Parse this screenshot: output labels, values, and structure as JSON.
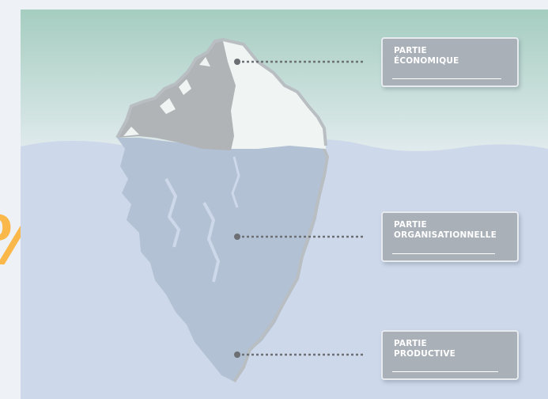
{
  "diagram": {
    "percent_text": "%",
    "labels": [
      {
        "text": "PARTIE\nÉCONOMIQUE"
      },
      {
        "text": "PARTIE\nORGANISATIONNELLE"
      },
      {
        "text": "PARTIE\nPRODUCTIVE"
      }
    ]
  },
  "colors": {
    "sky_top": "#a5cdc0",
    "sky_bottom": "#e7eef2",
    "water": "#cdd8ea",
    "iceberg_tip_light": "#f0f5f4",
    "iceberg_tip_dark": "#b1b4b6",
    "iceberg_underwater": "#b3c1d4",
    "outline": "#b8bec2",
    "percent": "#fbb84a",
    "label_box": "#a9b0b8",
    "connector": "#6c6f73"
  }
}
